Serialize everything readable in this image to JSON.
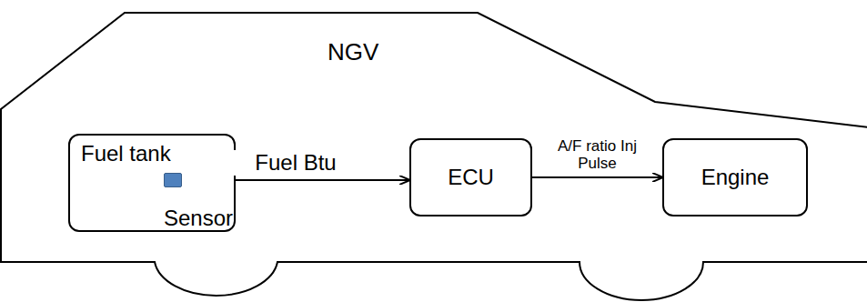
{
  "diagram": {
    "nodes": [
      {
        "text": [
          "Fuel tank"
        ]
      },
      {
        "text": [
          "Sensor"
        ],
        "in": 0
      },
      {
        "text": [
          "ECU"
        ]
      },
      {
        "text": [
          "Engine"
        ]
      }
    ],
    "edges": [
      {
        "from": 1,
        "to": 2,
        "arrow": "to",
        "label": "Fuel Btu"
      },
      {
        "from": 2,
        "to": 3,
        "arrow": "to",
        "label": "A/F ratio Inj Pulse"
      }
    ],
    "labels": [
      "NGV"
    ]
  }
}
